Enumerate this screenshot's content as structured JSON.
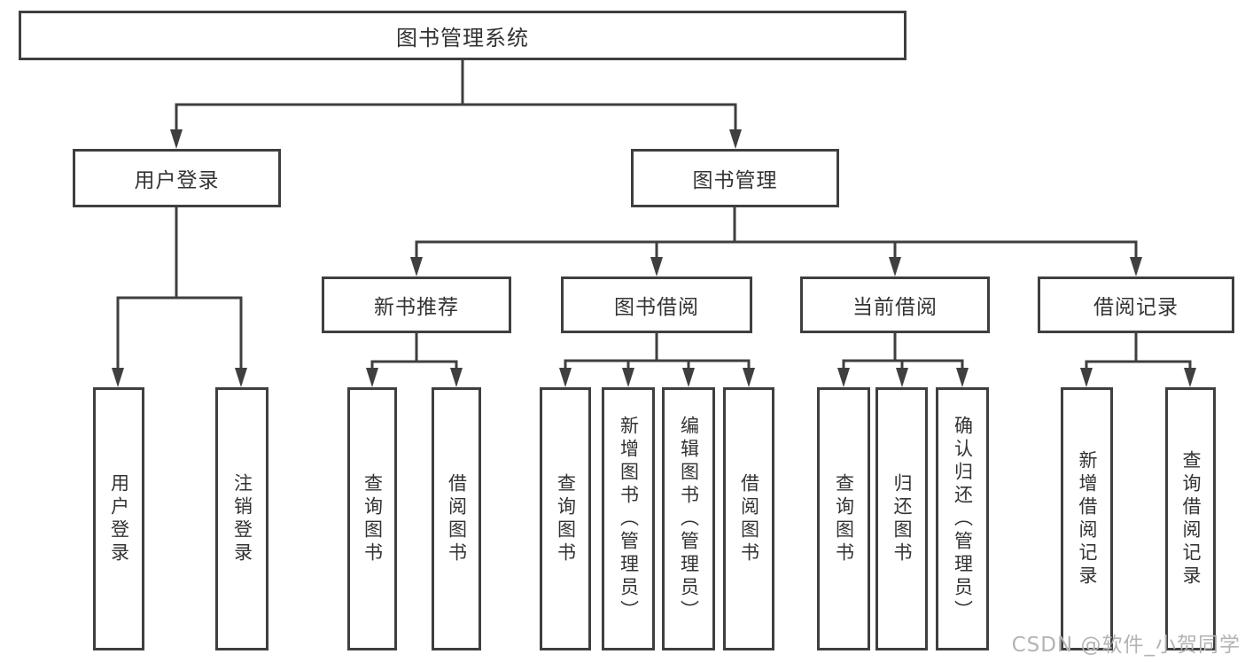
{
  "diagram": {
    "title_node": "图书管理系统",
    "tree": {
      "root": {
        "label": "图书管理系统"
      },
      "branches": [
        {
          "label": "用户登录",
          "children": [
            {
              "label": "用户登录"
            },
            {
              "label": "注销登录"
            }
          ]
        },
        {
          "label": "图书管理",
          "children": [
            {
              "label": "新书推荐",
              "children": [
                {
                  "label": "查询图书"
                },
                {
                  "label": "借阅图书"
                }
              ]
            },
            {
              "label": "图书借阅",
              "children": [
                {
                  "label": "查询图书"
                },
                {
                  "label": "新增图书（管理员）"
                },
                {
                  "label": "编辑图书（管理员）"
                },
                {
                  "label": "借阅图书"
                }
              ]
            },
            {
              "label": "当前借阅",
              "children": [
                {
                  "label": "查询图书"
                },
                {
                  "label": "归还图书"
                },
                {
                  "label": "确认归还（管理员）"
                }
              ]
            },
            {
              "label": "借阅记录",
              "children": [
                {
                  "label": "新增借阅记录"
                },
                {
                  "label": "查询借阅记录"
                }
              ]
            }
          ]
        }
      ]
    },
    "colors": {
      "line": "#3f3f3f",
      "box_border": "#3f3f3f",
      "text": "#333333",
      "background": "#ffffff",
      "watermark": "#b4b4b4"
    }
  },
  "watermark": {
    "text": "CSDN @软件_小贺同学"
  }
}
